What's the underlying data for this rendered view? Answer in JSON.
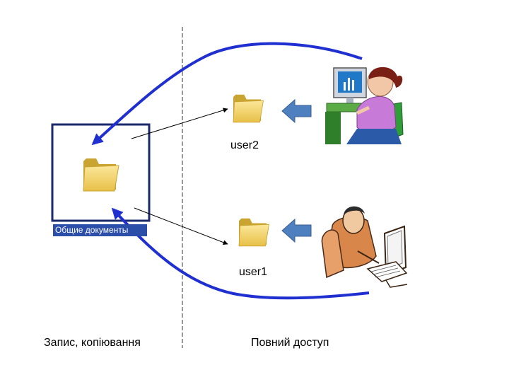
{
  "labels": {
    "user2": "user2",
    "user1": "user1",
    "shared_folder": "Общие документы",
    "left_zone": "Запис, копіювання",
    "right_zone": "Повний доступ"
  },
  "colors": {
    "curve_blue": "#1f2fd0",
    "folder_yellow": "#f3d35a",
    "folder_dark": "#c9a431",
    "box_border": "#1a2a6b",
    "small_arrow": "#4e7fbf",
    "selection_blue": "#2b4ea8"
  },
  "icons": [
    "folder-icon",
    "folder-icon",
    "folder-icon",
    "woman-at-computer-icon",
    "man-at-computer-icon"
  ]
}
